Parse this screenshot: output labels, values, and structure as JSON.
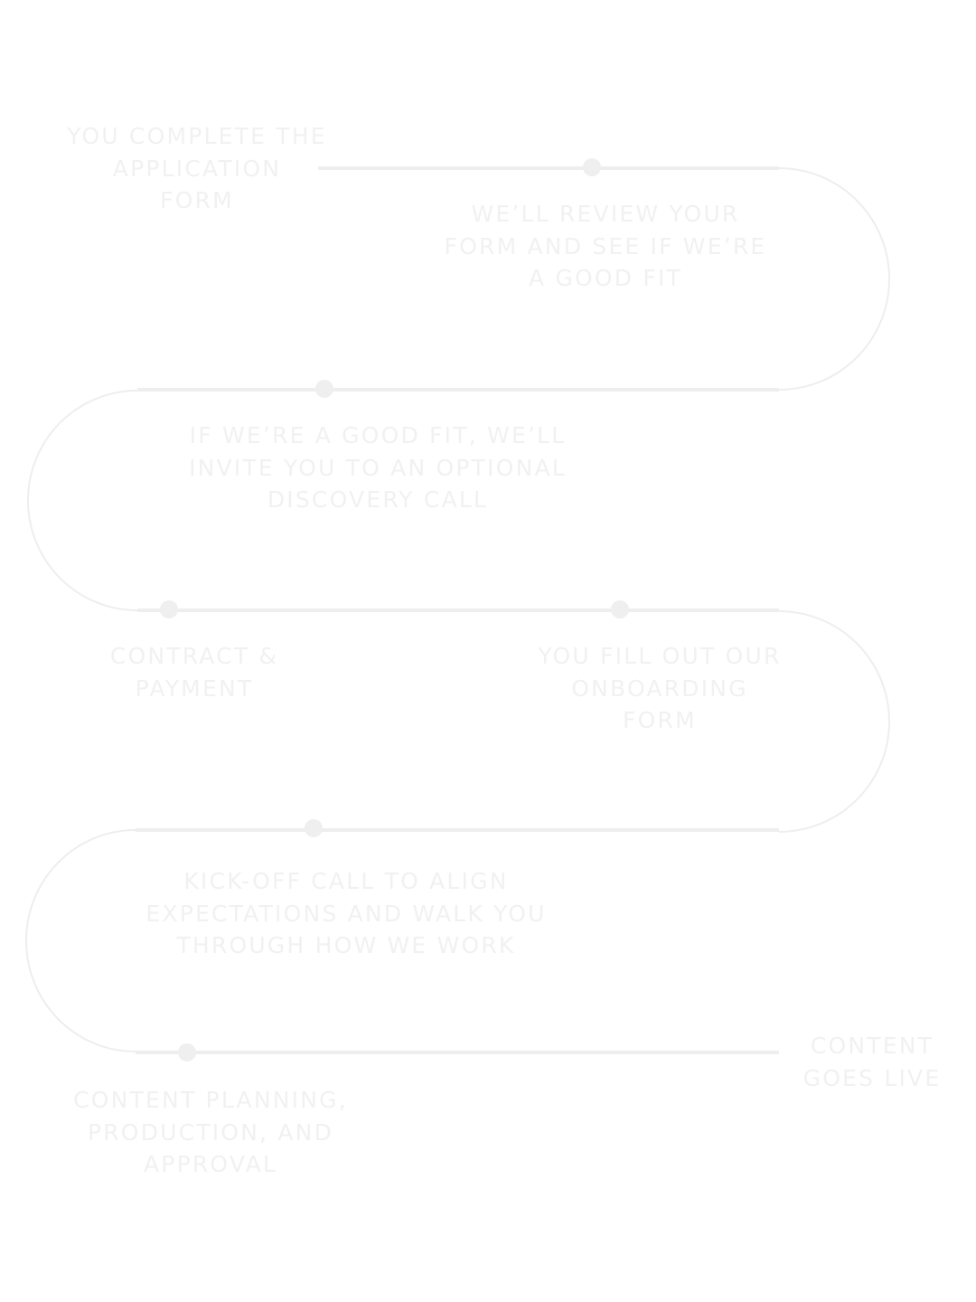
{
  "diagram": {
    "title": "",
    "colors": {
      "background": "#ffffff",
      "path": "#eeeeee",
      "node": "#efefef",
      "text": "#f1f1f1"
    },
    "steps": [
      {
        "order": 1,
        "label": "YOU COMPLETE THE\nAPPLICATION\nFORM"
      },
      {
        "order": 2,
        "label": "WE’LL REVIEW YOUR\nFORM AND SEE IF WE’RE\nA GOOD FIT"
      },
      {
        "order": 3,
        "label": "IF WE’RE A GOOD FIT, WE’LL\nINVITE YOU TO AN OPTIONAL\nDISCOVERY CALL"
      },
      {
        "order": 4,
        "label": "CONTRACT &\nPAYMENT"
      },
      {
        "order": 5,
        "label": "YOU FILL OUT OUR\nONBOARDING\nFORM"
      },
      {
        "order": 6,
        "label": "KICK-OFF CALL TO ALIGN\nEXPECTATIONS AND WALK YOU\nTHROUGH HOW WE WORK"
      },
      {
        "order": 7,
        "label": "CONTENT PLANNING,\nPRODUCTION, AND\nAPPROVAL"
      },
      {
        "order": 8,
        "label": "CONTENT\nGOES LIVE"
      }
    ]
  }
}
